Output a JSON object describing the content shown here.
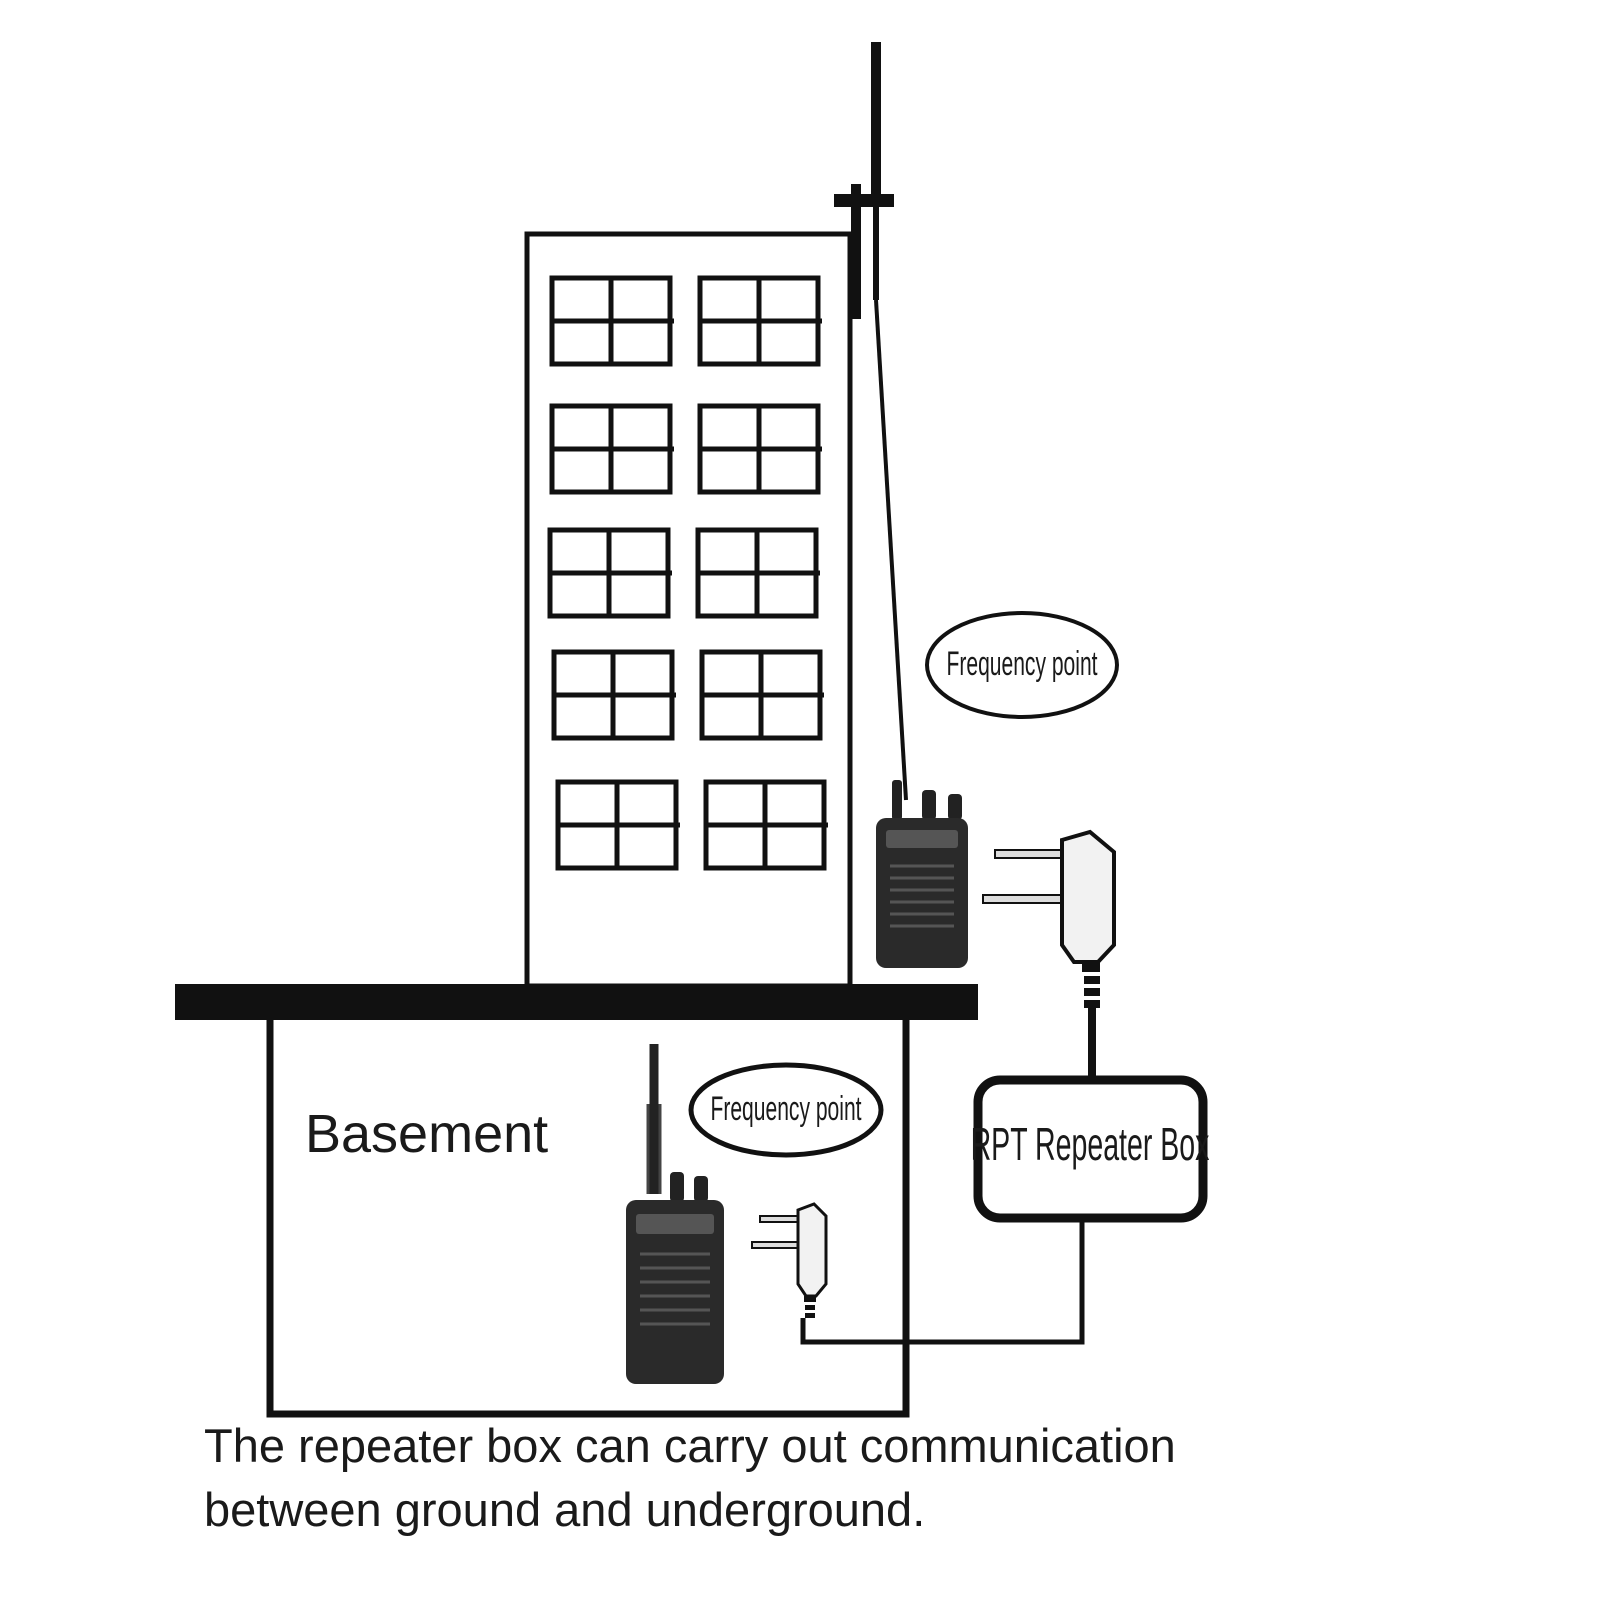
{
  "labels": {
    "frequency_point_upper": "Frequency point",
    "frequency_point_lower": "Frequency point",
    "repeater_box": "RPT Repeater Box",
    "basement": "Basement"
  },
  "caption": {
    "line1": "The repeater box can carry out communication",
    "line2": "between ground and underground."
  },
  "icons": [
    "antenna-icon",
    "walkie-talkie-icon",
    "connector-plug-icon",
    "repeater-box-icon"
  ],
  "colors": {
    "line": "#111111",
    "radio_body": "#2a2a2a",
    "background": "#ffffff"
  }
}
